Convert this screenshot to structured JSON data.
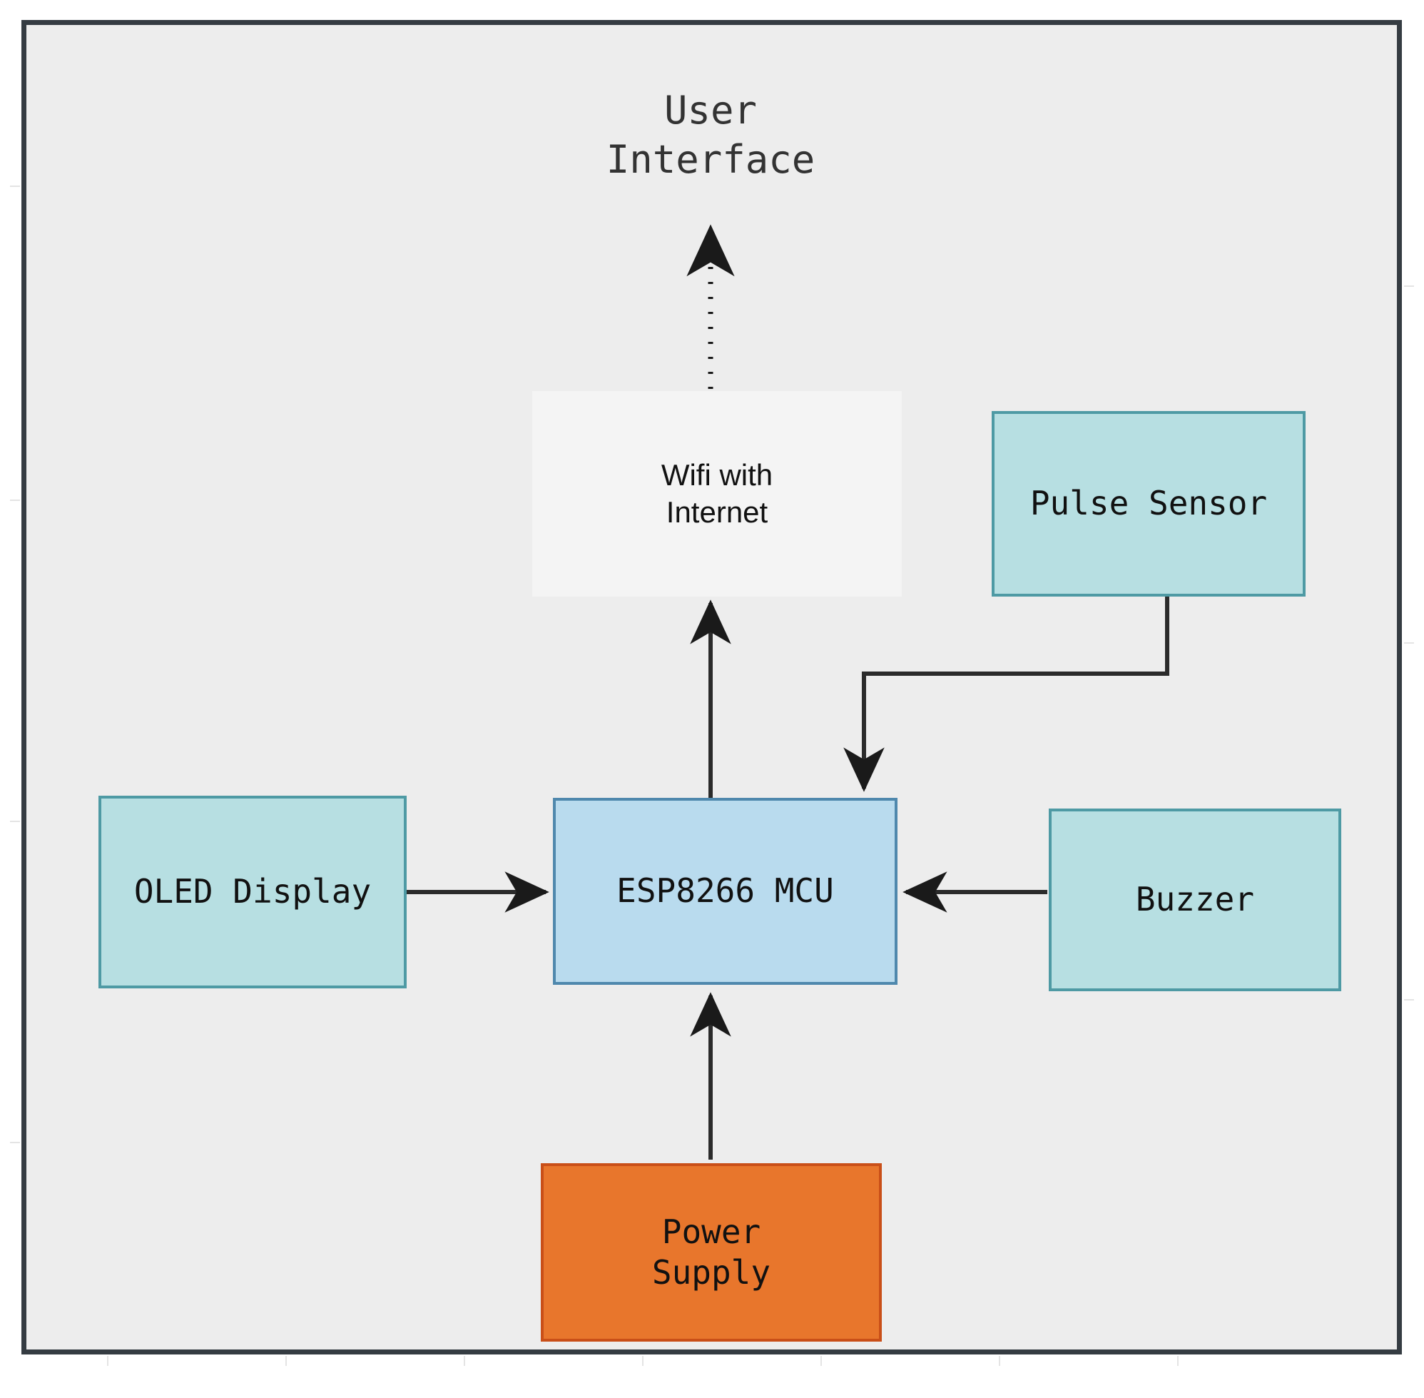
{
  "diagram": {
    "title_label": "User\nInterface",
    "background_color": "#ededed",
    "frame_border_color": "#353c42",
    "page_background": "#ffffff",
    "nodes": [
      {
        "id": "user-interface",
        "label": "User\nInterface",
        "kind": "free-label",
        "fill": "none",
        "border": "none",
        "text_color": "#333333"
      },
      {
        "id": "wifi-with-internet",
        "label": "Wifi with\nInternet",
        "kind": "box",
        "fill": "#f4f4f4",
        "border": "none",
        "text_color": "#111111"
      },
      {
        "id": "pulse-sensor",
        "label": "Pulse Sensor",
        "kind": "box",
        "fill": "#b7dfe2",
        "border": "#4e9aa4",
        "text_color": "#111111"
      },
      {
        "id": "oled-display",
        "label": "OLED Display",
        "kind": "box",
        "fill": "#b7dfe2",
        "border": "#4e9aa4",
        "text_color": "#111111"
      },
      {
        "id": "esp8266-mcu",
        "label": "ESP8266 MCU",
        "kind": "box",
        "fill": "#b9dbee",
        "border": "#4f88ad",
        "text_color": "#111111"
      },
      {
        "id": "buzzer",
        "label": "Buzzer",
        "kind": "box",
        "fill": "#b7dfe2",
        "border": "#4e9aa4",
        "text_color": "#111111"
      },
      {
        "id": "power-supply",
        "label": "Power\nSupply",
        "kind": "box",
        "fill": "#e8762c",
        "border": "#c94f18",
        "text_color": "#1b1b1b"
      }
    ],
    "edges": [
      {
        "id": "wifi-to-user-interface",
        "from": "wifi-with-internet",
        "to": "user-interface",
        "style": "dotted",
        "arrow": "end"
      },
      {
        "id": "mcu-to-wifi",
        "from": "esp8266-mcu",
        "to": "wifi-with-internet",
        "style": "solid",
        "arrow": "end"
      },
      {
        "id": "pulse-sensor-to-mcu",
        "from": "pulse-sensor",
        "to": "esp8266-mcu",
        "style": "solid-elbow",
        "arrow": "end"
      },
      {
        "id": "oled-display-to-mcu",
        "from": "oled-display",
        "to": "esp8266-mcu",
        "style": "solid",
        "arrow": "end"
      },
      {
        "id": "buzzer-to-mcu",
        "from": "buzzer",
        "to": "esp8266-mcu",
        "style": "solid",
        "arrow": "end"
      },
      {
        "id": "power-supply-to-mcu",
        "from": "power-supply",
        "to": "esp8266-mcu",
        "style": "solid",
        "arrow": "end"
      }
    ]
  }
}
